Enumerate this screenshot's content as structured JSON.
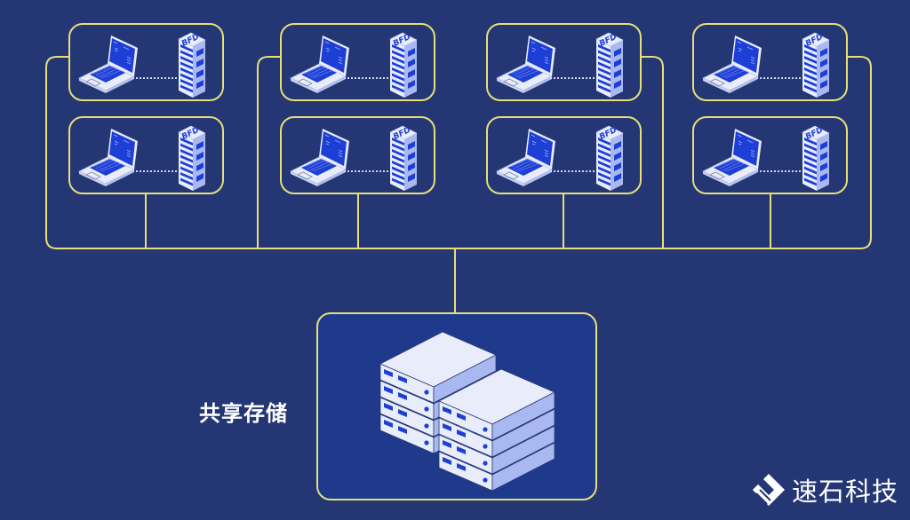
{
  "colors": {
    "background": "#243774",
    "connector": "#e6df7a",
    "storage_fill": "#1f3a8a",
    "device_light": "#e8ecfb",
    "device_shade": "#a9b8f0",
    "screen_blue": "#1e3fd6"
  },
  "groups": [
    {
      "nodes": [
        {
          "server_label": "BFD",
          "laptop_icon": "laptop-icon",
          "server_icon": "server-tower-icon"
        },
        {
          "server_label": "BFD",
          "laptop_icon": "laptop-icon",
          "server_icon": "server-tower-icon"
        }
      ]
    },
    {
      "nodes": [
        {
          "server_label": "BFD",
          "laptop_icon": "laptop-icon",
          "server_icon": "server-tower-icon"
        },
        {
          "server_label": "BFD",
          "laptop_icon": "laptop-icon",
          "server_icon": "server-tower-icon"
        }
      ]
    },
    {
      "nodes": [
        {
          "server_label": "BFD",
          "laptop_icon": "laptop-icon",
          "server_icon": "server-tower-icon"
        },
        {
          "server_label": "BFD",
          "laptop_icon": "laptop-icon",
          "server_icon": "server-tower-icon"
        }
      ]
    },
    {
      "nodes": [
        {
          "server_label": "BFD",
          "laptop_icon": "laptop-icon",
          "server_icon": "server-tower-icon"
        },
        {
          "server_label": "BFD",
          "laptop_icon": "laptop-icon",
          "server_icon": "server-tower-icon"
        }
      ]
    }
  ],
  "storage": {
    "label": "共享存储",
    "icon": "storage-server-stack-icon"
  },
  "brand": {
    "name": "速石科技",
    "logo_icon": "fastone-logo-icon"
  }
}
